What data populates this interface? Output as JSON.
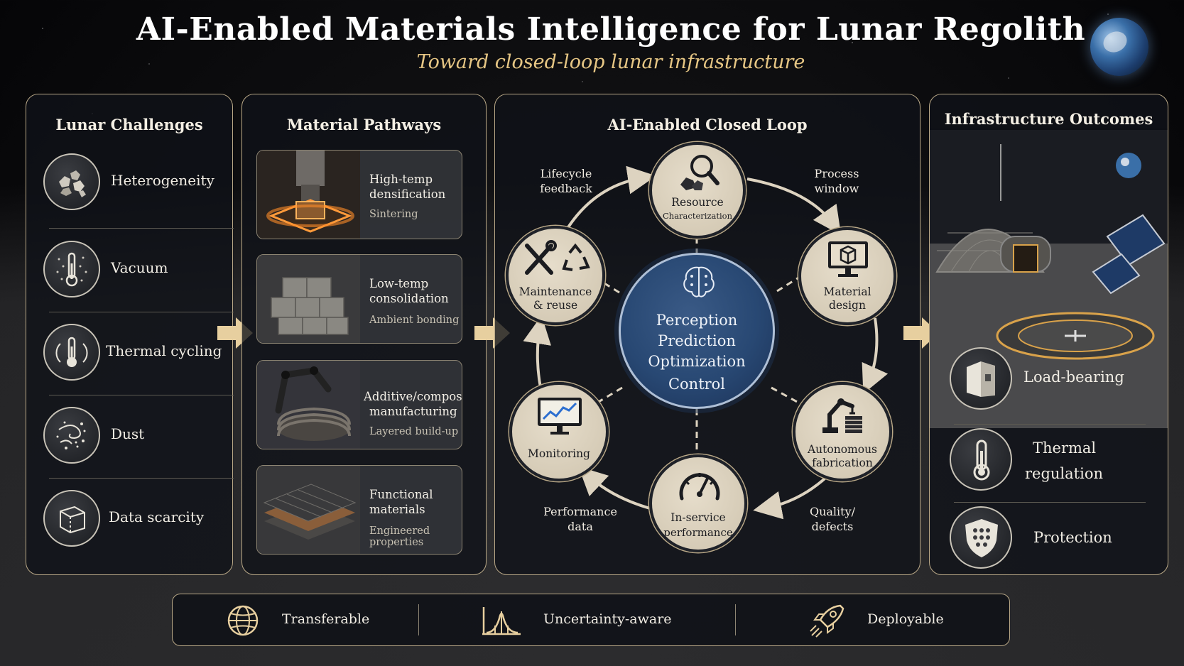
{
  "header": {
    "title": "AI-Enabled Materials Intelligence for Lunar Regolith",
    "subtitle": "Toward closed-loop lunar infrastructure"
  },
  "challenges": {
    "title": "Lunar Challenges",
    "items": [
      {
        "label": "Heterogeneity",
        "icon": "rocks-icon"
      },
      {
        "label": "Vacuum",
        "icon": "vacuum-thermometer-icon"
      },
      {
        "label": "Thermal cycling",
        "icon": "thermal-cycle-icon"
      },
      {
        "label": "Dust",
        "icon": "dust-icon"
      },
      {
        "label": "Data scarcity",
        "icon": "cube-icon"
      }
    ]
  },
  "pathways": {
    "title": "Material Pathways",
    "items": [
      {
        "heading_1": "High-temp",
        "heading_2": "densification",
        "sub": "Sintering"
      },
      {
        "heading_1": "Low-temp",
        "heading_2": "consolidation",
        "sub": "Ambient bonding"
      },
      {
        "heading_1": "Additive/composite",
        "heading_2": "manufacturing",
        "sub": "Layered build-up"
      },
      {
        "heading_1": "Functional",
        "heading_2": "materials",
        "sub": "Engineered properties"
      }
    ]
  },
  "loop": {
    "title": "AI-Enabled Closed Loop",
    "center": [
      "Perception",
      "Prediction",
      "Optimization",
      "Control"
    ],
    "nodes": {
      "resource": {
        "label": "Resource",
        "sub": "Characterization"
      },
      "design": {
        "label_1": "Material",
        "label_2": "design"
      },
      "fabrication": {
        "label_1": "Autonomous",
        "label_2": "fabrication"
      },
      "inservice": {
        "label": "In-service",
        "sub": "performance"
      },
      "monitoring": {
        "label": "Monitoring"
      },
      "maintenance": {
        "label_1": "Maintenance",
        "label_2": "& reuse"
      }
    },
    "edges": {
      "process_1": "Process",
      "process_2": "window",
      "lifecycle_1": "Lifecycle",
      "lifecycle_2": "feedback",
      "quality_1": "Quality/",
      "quality_2": "defects",
      "performance_1": "Performance",
      "performance_2": "data"
    }
  },
  "outcomes": {
    "title": "Infrastructure Outcomes",
    "items": [
      {
        "label": "Load-bearing",
        "icon": "wall-panel-icon"
      },
      {
        "label_1": "Thermal",
        "label_2": "regulation",
        "icon": "thermometer-icon"
      },
      {
        "label": "Protection",
        "icon": "shield-icon"
      }
    ]
  },
  "footer": {
    "items": [
      {
        "label": "Transferable",
        "icon": "globe-icon"
      },
      {
        "label": "Uncertainty-aware",
        "icon": "distribution-icon"
      },
      {
        "label": "Deployable",
        "icon": "rocket-icon"
      }
    ]
  },
  "colors": {
    "accent": "#b9a887",
    "gold_text": "#e6c684",
    "center_blue": "#284873",
    "node_fill": "#ddd3c0"
  }
}
